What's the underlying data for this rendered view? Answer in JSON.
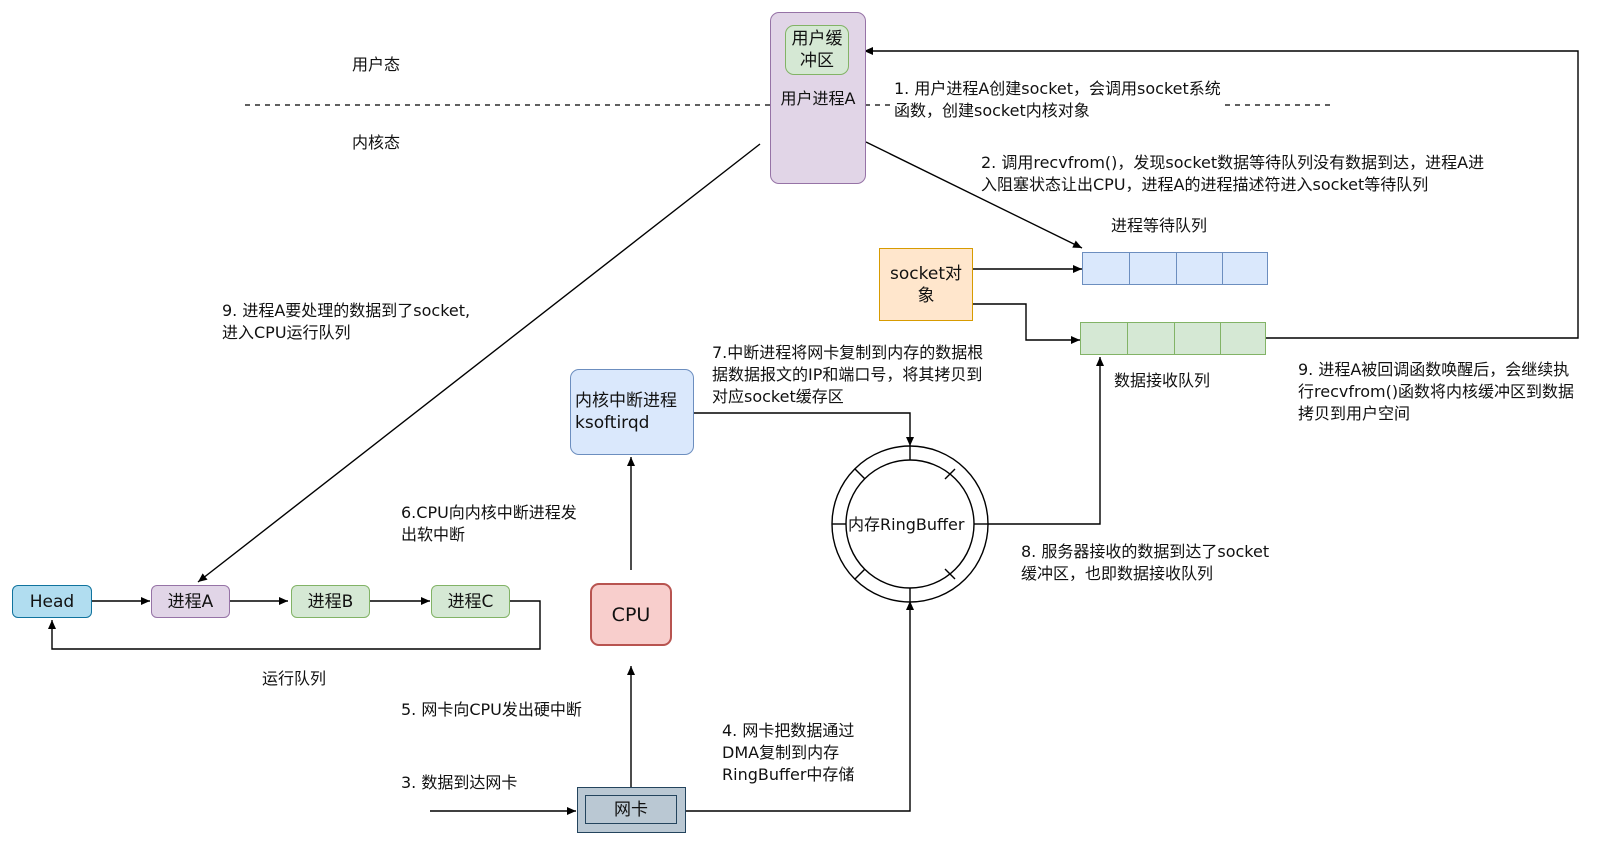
{
  "zones": {
    "user_mode": "用户态",
    "kernel_mode": "内核态"
  },
  "process_a_box": {
    "buffer_label": "用户缓\n冲区",
    "label": "用户进程A"
  },
  "socket_object": {
    "label": "socket对\n象"
  },
  "queues": {
    "wait_queue_label": "进程等待队列",
    "receive_queue_label": "数据接收队列",
    "run_queue_label": "运行队列"
  },
  "run_queue_nodes": {
    "head": "Head",
    "proc_a": "进程A",
    "proc_b": "进程B",
    "proc_c": "进程C"
  },
  "ksoftirqd_box": {
    "label": "内核中断进程\nksoftirqd"
  },
  "cpu_box": {
    "label": "CPU"
  },
  "nic_box": {
    "label": "网卡"
  },
  "ringbuffer": {
    "label": "内存RingBuffer"
  },
  "steps": {
    "step1": "1. 用户进程A创建socket，会调用socket系统\n函数，创建socket内核对象",
    "step2": "2. 调用recvfrom()，发现socket数据等待队列没有数据到达，进程A进\n入阻塞状态让出CPU，进程A的进程描述符进入socket等待队列",
    "step3": "3. 数据到达网卡",
    "step4": "4. 网卡把数据通过\nDMA复制到内存\nRingBuffer中存储",
    "step5": "5. 网卡向CPU发出硬中断",
    "step6": "6.CPU向内核中断进程发\n出软中断",
    "step7": "7.中断进程将网卡复制到内存的数据根\n据数据报文的IP和端口号，将其拷贝到\n对应socket缓存区",
    "step8": "8. 服务器接收的数据到达了socket\n缓冲区，也即数据接收队列",
    "step9_left": "9. 进程A要处理的数据到了socket,\n进入CPU运行队列",
    "step9_right": "9. 进程A被回调函数唤醒后，会继续执\n行recvfrom()函数将内核缓冲区到数据\n拷贝到用户空间"
  },
  "colors": {
    "purple_fill": "#e1d5e7",
    "purple_stroke": "#9673a6",
    "green_fill": "#d5e8d4",
    "green_stroke": "#82b366",
    "blue_fill": "#dae8fc",
    "blue_stroke": "#6c8ebf",
    "orange_fill": "#ffe6cc",
    "orange_stroke": "#d79b00",
    "red_fill": "#f8cecc",
    "red_stroke": "#b85450",
    "teal_fill": "#b1ddf0",
    "teal_stroke": "#10739e",
    "gray_fill": "#bac8d3",
    "gray_stroke": "#23445d"
  }
}
